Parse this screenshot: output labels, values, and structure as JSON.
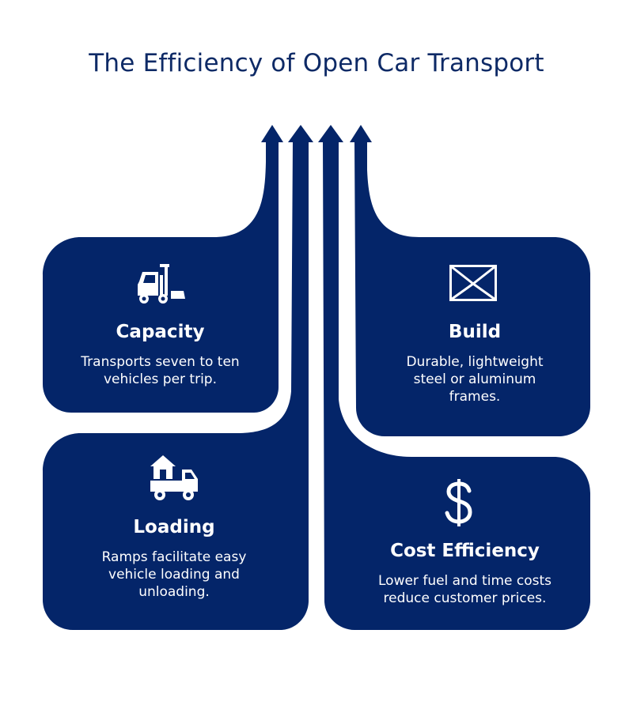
{
  "title": "The Efficiency of Open Car Transport",
  "colors": {
    "navy": "#042569",
    "text_title": "#0e2a66",
    "background": "#ffffff"
  },
  "cards": [
    {
      "id": "capacity",
      "icon": "truck-icon",
      "title": "Capacity",
      "description": "Transports seven to ten vehicles per trip."
    },
    {
      "id": "build",
      "icon": "envelope-frame-icon",
      "title": "Build",
      "description": "Durable, lightweight steel or aluminum frames."
    },
    {
      "id": "loading",
      "icon": "house-truck-icon",
      "title": "Loading",
      "description": "Ramps facilitate easy vehicle loading and unloading."
    },
    {
      "id": "cost",
      "icon": "dollar-icon",
      "title": "Cost Efficiency",
      "description": "Lower fuel and time costs reduce customer prices."
    }
  ]
}
